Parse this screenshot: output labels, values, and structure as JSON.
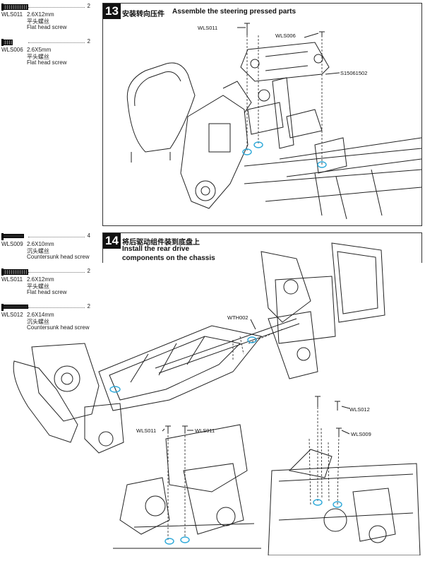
{
  "parts_13": [
    {
      "qty": "2",
      "code": "WLS011",
      "spec": "2.6X12mm",
      "cn": "平头螺丝",
      "en": "Flat head screw",
      "type": "threaded"
    },
    {
      "qty": "2",
      "code": "WLS006",
      "spec": "2.6X5mm",
      "cn": "平头螺丝",
      "en": "Flat head screw",
      "type": "threaded"
    }
  ],
  "parts_14": [
    {
      "qty": "4",
      "code": "WLS009",
      "spec": "2.6X10mm",
      "cn": "沉头螺丝",
      "en": "Countersunk head screw",
      "type": "countersunk"
    },
    {
      "qty": "2",
      "code": "WLS011",
      "spec": "2.6X12mm",
      "cn": "平头螺丝",
      "en": "Flat head screw",
      "type": "threaded"
    },
    {
      "qty": "2",
      "code": "WLS012",
      "spec": "2.6X14mm",
      "cn": "沉头螺丝",
      "en": "Countersunk head screw",
      "type": "countersunk"
    }
  ],
  "step13": {
    "number": "13",
    "title_cn": "安装转向压件",
    "title_en": "Assemble the steering pressed parts",
    "callouts": [
      "WLS011",
      "WLS006",
      "S15061502"
    ]
  },
  "step14": {
    "number": "14",
    "title_cn": "将后驱动组件装到底盘上",
    "title_en_line1": "Install the rear drive",
    "title_en_line2": "components on the chassis",
    "callouts": [
      "WTH002",
      "WLS012",
      "WLS009",
      "WLS011",
      "WLS011"
    ]
  },
  "colors": {
    "accent": "#2aa7d8",
    "ink": "#222222"
  }
}
